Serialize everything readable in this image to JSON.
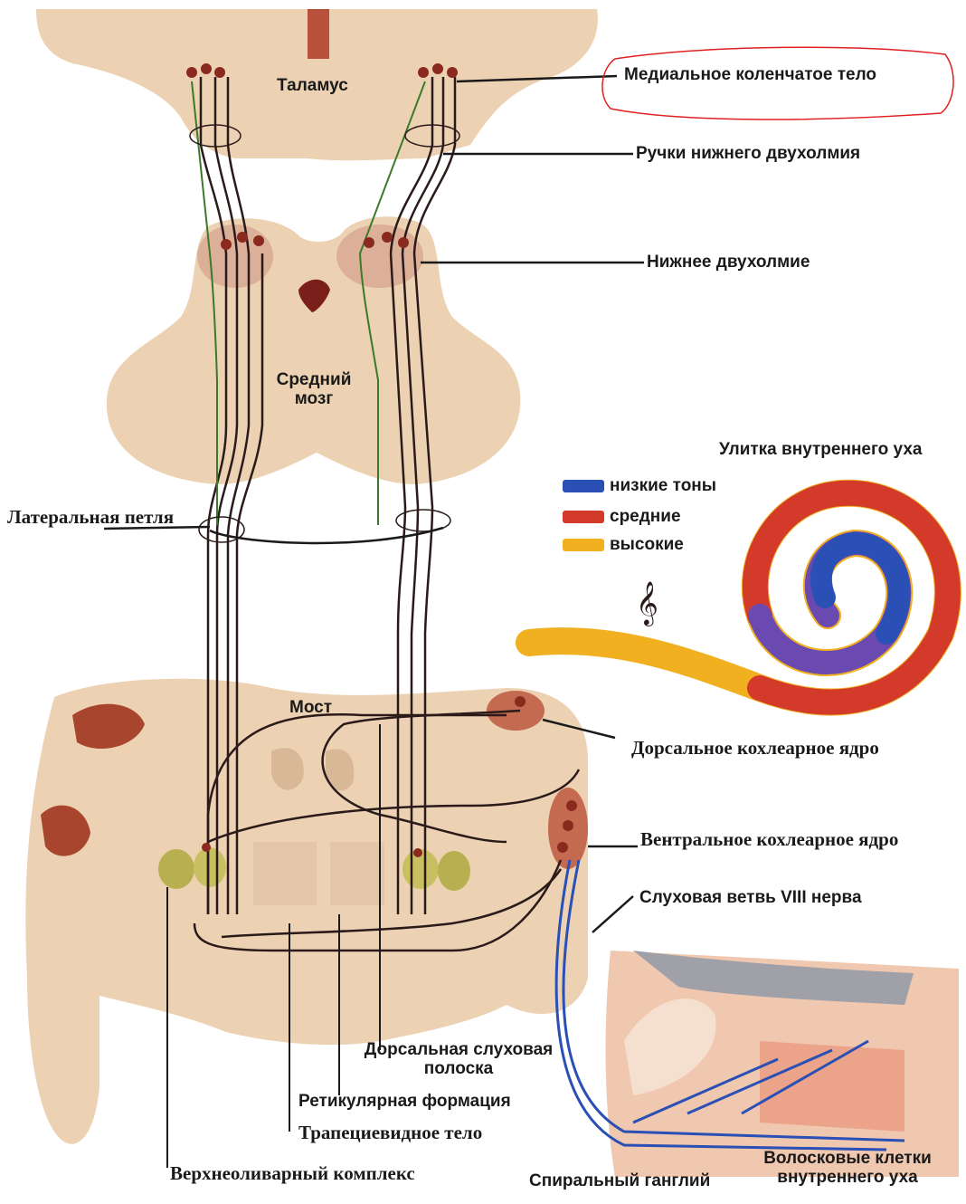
{
  "labels": {
    "thalamus": "Таламус",
    "medial_geniculate": "Медиальное коленчатое тело",
    "inferior_colliculus_arm": "Ручки нижнего двухолмия",
    "inferior_colliculus": "Нижнее двухолмие",
    "midbrain": "Средний мозг",
    "cochlea": "Улитка внутреннего уха",
    "lateral_lemniscus": "Латеральная петля",
    "pons": "Мост",
    "dorsal_cochlear_nucleus": "Дорсальное  кохлеарное ядро",
    "ventral_cochlear_nucleus": "Вентральное кохлеарное ядро",
    "auditory_branch": "Слуховая ветвь VIII нерва",
    "dorsal_auditory_stria": "Дорсальная слуховая полоска",
    "reticular_formation": "Ретикулярная формация",
    "trapezoid_body": "Трапециевидное тело",
    "superior_olivary": "Верхнеоливарный комплекс",
    "spiral_ganglion": "Спиральный ганглий",
    "hair_cells": "Волосковые клетки внутреннего уха"
  },
  "legend": [
    {
      "label": "низкие тоны",
      "color": "#2a4fb5"
    },
    {
      "label": "средние",
      "color": "#d43a2a"
    },
    {
      "label": "высокие",
      "color": "#f0b020"
    }
  ],
  "colors": {
    "tissue": "#ecd2b3",
    "tissue_dark": "#d9b898",
    "fiber": "#2a1a1a",
    "fiber_green": "#3a7a2a",
    "nucleus": "#8a2a1e",
    "highlight_circle": "#e02020",
    "olive": "#b8b050"
  },
  "icons": {
    "music_clef": "treble-clef-icon"
  }
}
